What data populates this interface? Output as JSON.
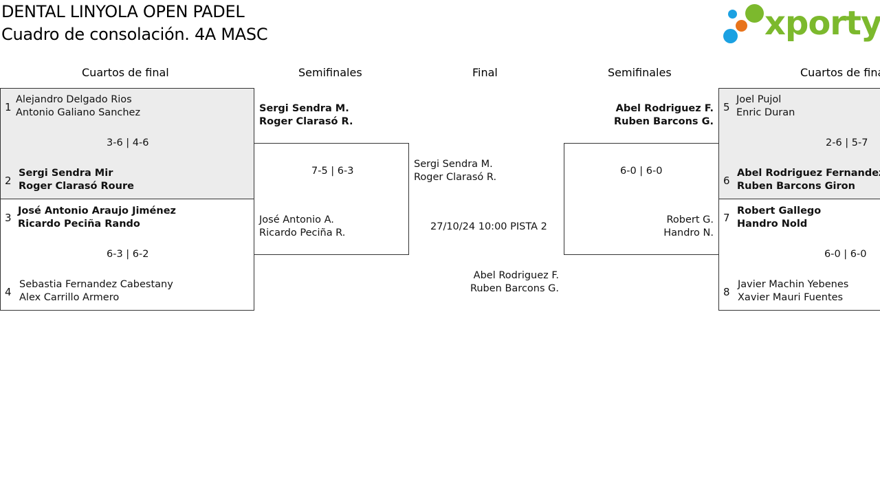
{
  "title": "DENTAL LINYOLA OPEN PADEL",
  "subtitle": "Cuadro de consolación. 4A MASC",
  "logo": {
    "text": "xporty",
    "colors": {
      "green": "#7cb92d",
      "blue": "#1ba1e2",
      "orange": "#e8741c"
    }
  },
  "headers": {
    "left_quarters": "Cuartos de final",
    "left_semis": "Semifinales",
    "final": "Final",
    "right_semis": "Semifinales",
    "right_quarters": "Cuartos de final"
  },
  "quarterfinals_left": [
    {
      "team_a": {
        "seed": "1",
        "players": [
          "Alejandro Delgado Rios",
          "Antonio Galiano Sanchez"
        ]
      },
      "team_b": {
        "seed": "2",
        "players": [
          "Sergi Sendra Mir",
          "Roger Clarasó Roure"
        ]
      },
      "score": "3-6 | 4-6"
    },
    {
      "team_a": {
        "seed": "3",
        "players": [
          "José Antonio Araujo Jiménez",
          "Ricardo Peciña Rando"
        ]
      },
      "team_b": {
        "seed": "4",
        "players": [
          "Sebastia Fernandez Cabestany",
          "Alex Carrillo Armero"
        ]
      },
      "score": "6-3 | 6-2"
    }
  ],
  "semifinal_left": {
    "team_a": [
      "Sergi Sendra M.",
      "Roger Clarasó R."
    ],
    "team_b": [
      "José Antonio A.",
      "Ricardo Peciña R."
    ],
    "score": "7-5 | 6-3"
  },
  "final": {
    "team_a": [
      "Sergi Sendra M.",
      "Roger Clarasó R."
    ],
    "team_b": [
      "Abel Rodriguez F.",
      "Ruben Barcons G."
    ],
    "schedule": "27/10/24 10:00 PISTA 2"
  },
  "semifinal_right": {
    "team_a": [
      "Abel Rodriguez F.",
      "Ruben Barcons G."
    ],
    "team_b": [
      "Robert G.",
      "Handro N."
    ],
    "score": "6-0 | 6-0"
  },
  "quarterfinals_right": [
    {
      "team_a": {
        "seed": "5",
        "players": [
          "Joel Pujol",
          "Enric Duran"
        ]
      },
      "team_b": {
        "seed": "6",
        "players": [
          "Abel Rodriguez Fernandez",
          "Ruben Barcons Giron"
        ]
      },
      "score": "2-6 | 5-7"
    },
    {
      "team_a": {
        "seed": "7",
        "players": [
          "Robert Gallego",
          "Handro Nold"
        ]
      },
      "team_b": {
        "seed": "8",
        "players": [
          "Javier Machin Yebenes",
          "Xavier Mauri Fuentes"
        ]
      },
      "score": "6-0 | 6-0"
    }
  ]
}
